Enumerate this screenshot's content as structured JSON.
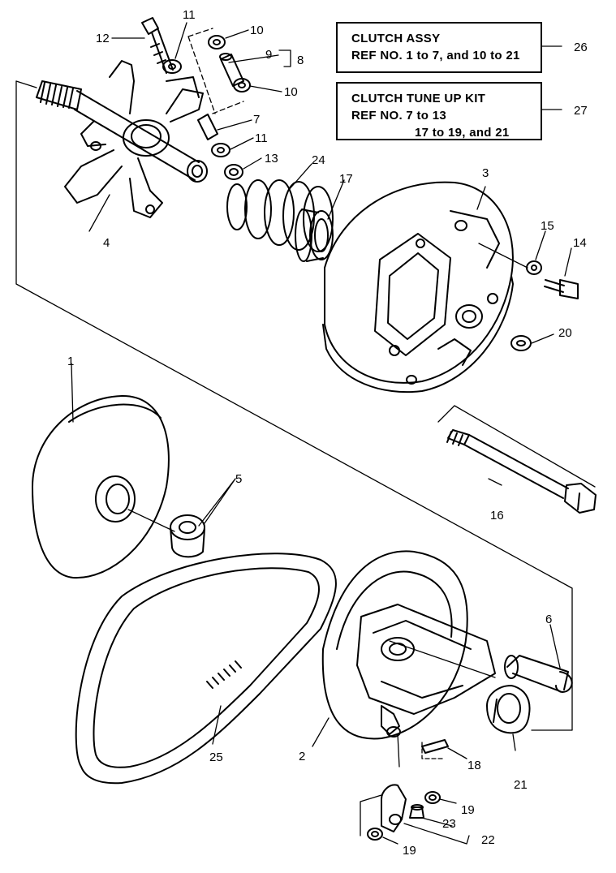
{
  "notes": [
    {
      "id": "26",
      "lines": [
        "CLUTCH ASSY",
        "REF NO. 1 to 7, and 10 to 21"
      ]
    },
    {
      "id": "27",
      "lines": [
        "CLUTCH TUNE UP KIT",
        "REF NO. 7 to 13",
        "17 to 19, and 21"
      ]
    }
  ],
  "parts": [
    {
      "ref": "1"
    },
    {
      "ref": "2"
    },
    {
      "ref": "3"
    },
    {
      "ref": "4"
    },
    {
      "ref": "5"
    },
    {
      "ref": "6"
    },
    {
      "ref": "7"
    },
    {
      "ref": "8"
    },
    {
      "ref": "9"
    },
    {
      "ref": "10"
    },
    {
      "ref": "11"
    },
    {
      "ref": "12"
    },
    {
      "ref": "13"
    },
    {
      "ref": "14"
    },
    {
      "ref": "15"
    },
    {
      "ref": "16"
    },
    {
      "ref": "17"
    },
    {
      "ref": "18"
    },
    {
      "ref": "19"
    },
    {
      "ref": "20"
    },
    {
      "ref": "21"
    },
    {
      "ref": "22"
    },
    {
      "ref": "23"
    },
    {
      "ref": "24"
    },
    {
      "ref": "25"
    }
  ],
  "colors": {
    "ink": "#000000",
    "paper": "#ffffff"
  }
}
